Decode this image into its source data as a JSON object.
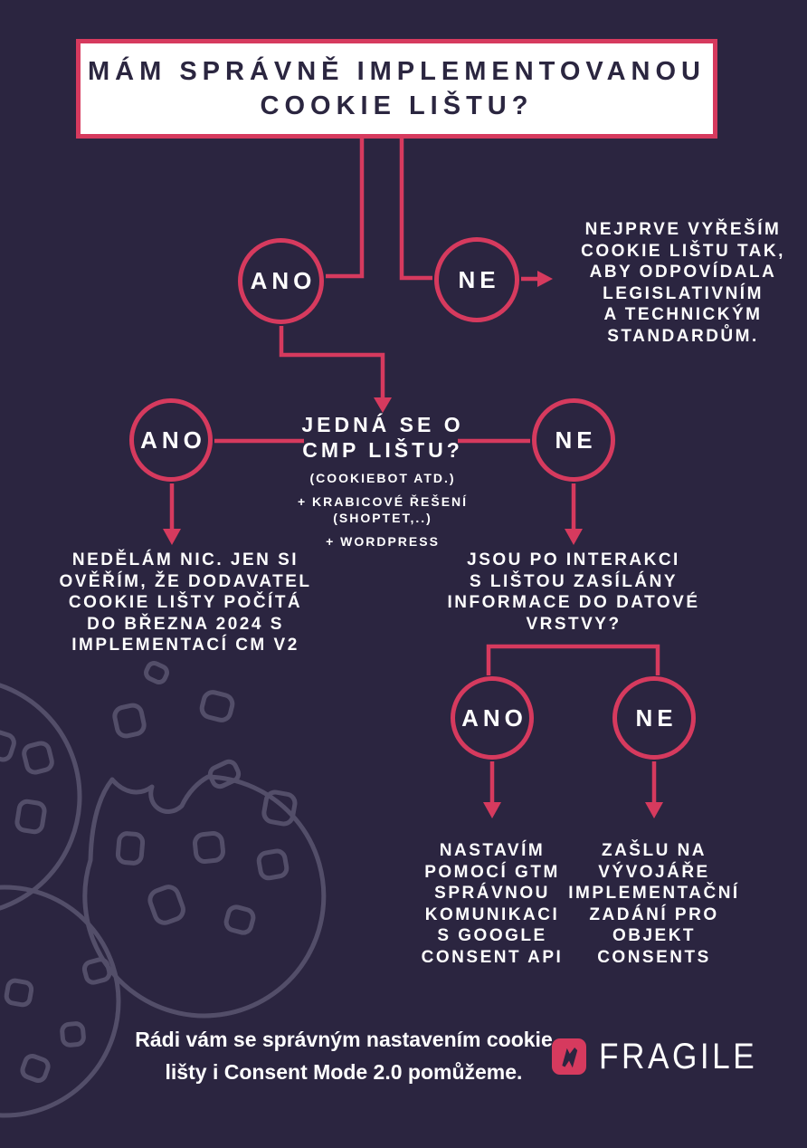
{
  "colors": {
    "background": "#2b2540",
    "accent": "#d63a5e",
    "text_light": "#ffffff",
    "title_text": "#2b2640",
    "cookie_line": "#75718c"
  },
  "title": "MÁM SPRÁVNĚ IMPLEMENTOVANOU\nCOOKIE LIŠTU?",
  "nodes": {
    "top_yes": "ANO",
    "top_no": "NE",
    "mid_yes": "ANO",
    "mid_no": "NE",
    "low_yes": "ANO",
    "low_no": "NE"
  },
  "top_no_outcome": "NEJPRVE VYŘEŠÍM\nCOOKIE LIŠTU TAK,\nABY ODPOVÍDALA\nLEGISLATIVNÍM\nA TECHNICKÝM\nSTANDARDŮM.",
  "cmp_question": {
    "main": "JEDNÁ SE O\nCMP LIŠTU?",
    "note1": "(COOKIEBOT ATD.)",
    "note2": "+ KRABICOVÉ ŘEŠENÍ\n(SHOPTET,..)",
    "note3": "+ WORDPRESS"
  },
  "cmp_yes_outcome": "NEDĚLÁM NIC. JEN SI\nOVĚŘÍM, ŽE DODAVATEL\nCOOKIE LIŠTY POČÍTÁ\nDO BŘEZNA 2024 S\nIMPLEMENTACÍ CM V2",
  "datalayer_question": "JSOU PO INTERAKCI\nS LIŠTOU ZASÍLÁNY\nINFORMACE DO DATOVÉ\nVRSTVY?",
  "datalayer_yes_outcome": "NASTAVÍM\nPOMOCÍ GTM\nSPRÁVNOU\nKOMUNIKACI\nS GOOGLE\nCONSENT API",
  "datalayer_no_outcome": "ZAŠLU NA\nVÝVOJÁŘE\nIMPLEMENTAČNÍ\nZADÁNÍ PRO\nOBJEKT\nCONSENTS",
  "footer": {
    "text": "Rádi vám se správným nastavením cookie\nlišty i Consent Mode 2.0 pomůžeme.",
    "brand": "FRAGILE"
  }
}
